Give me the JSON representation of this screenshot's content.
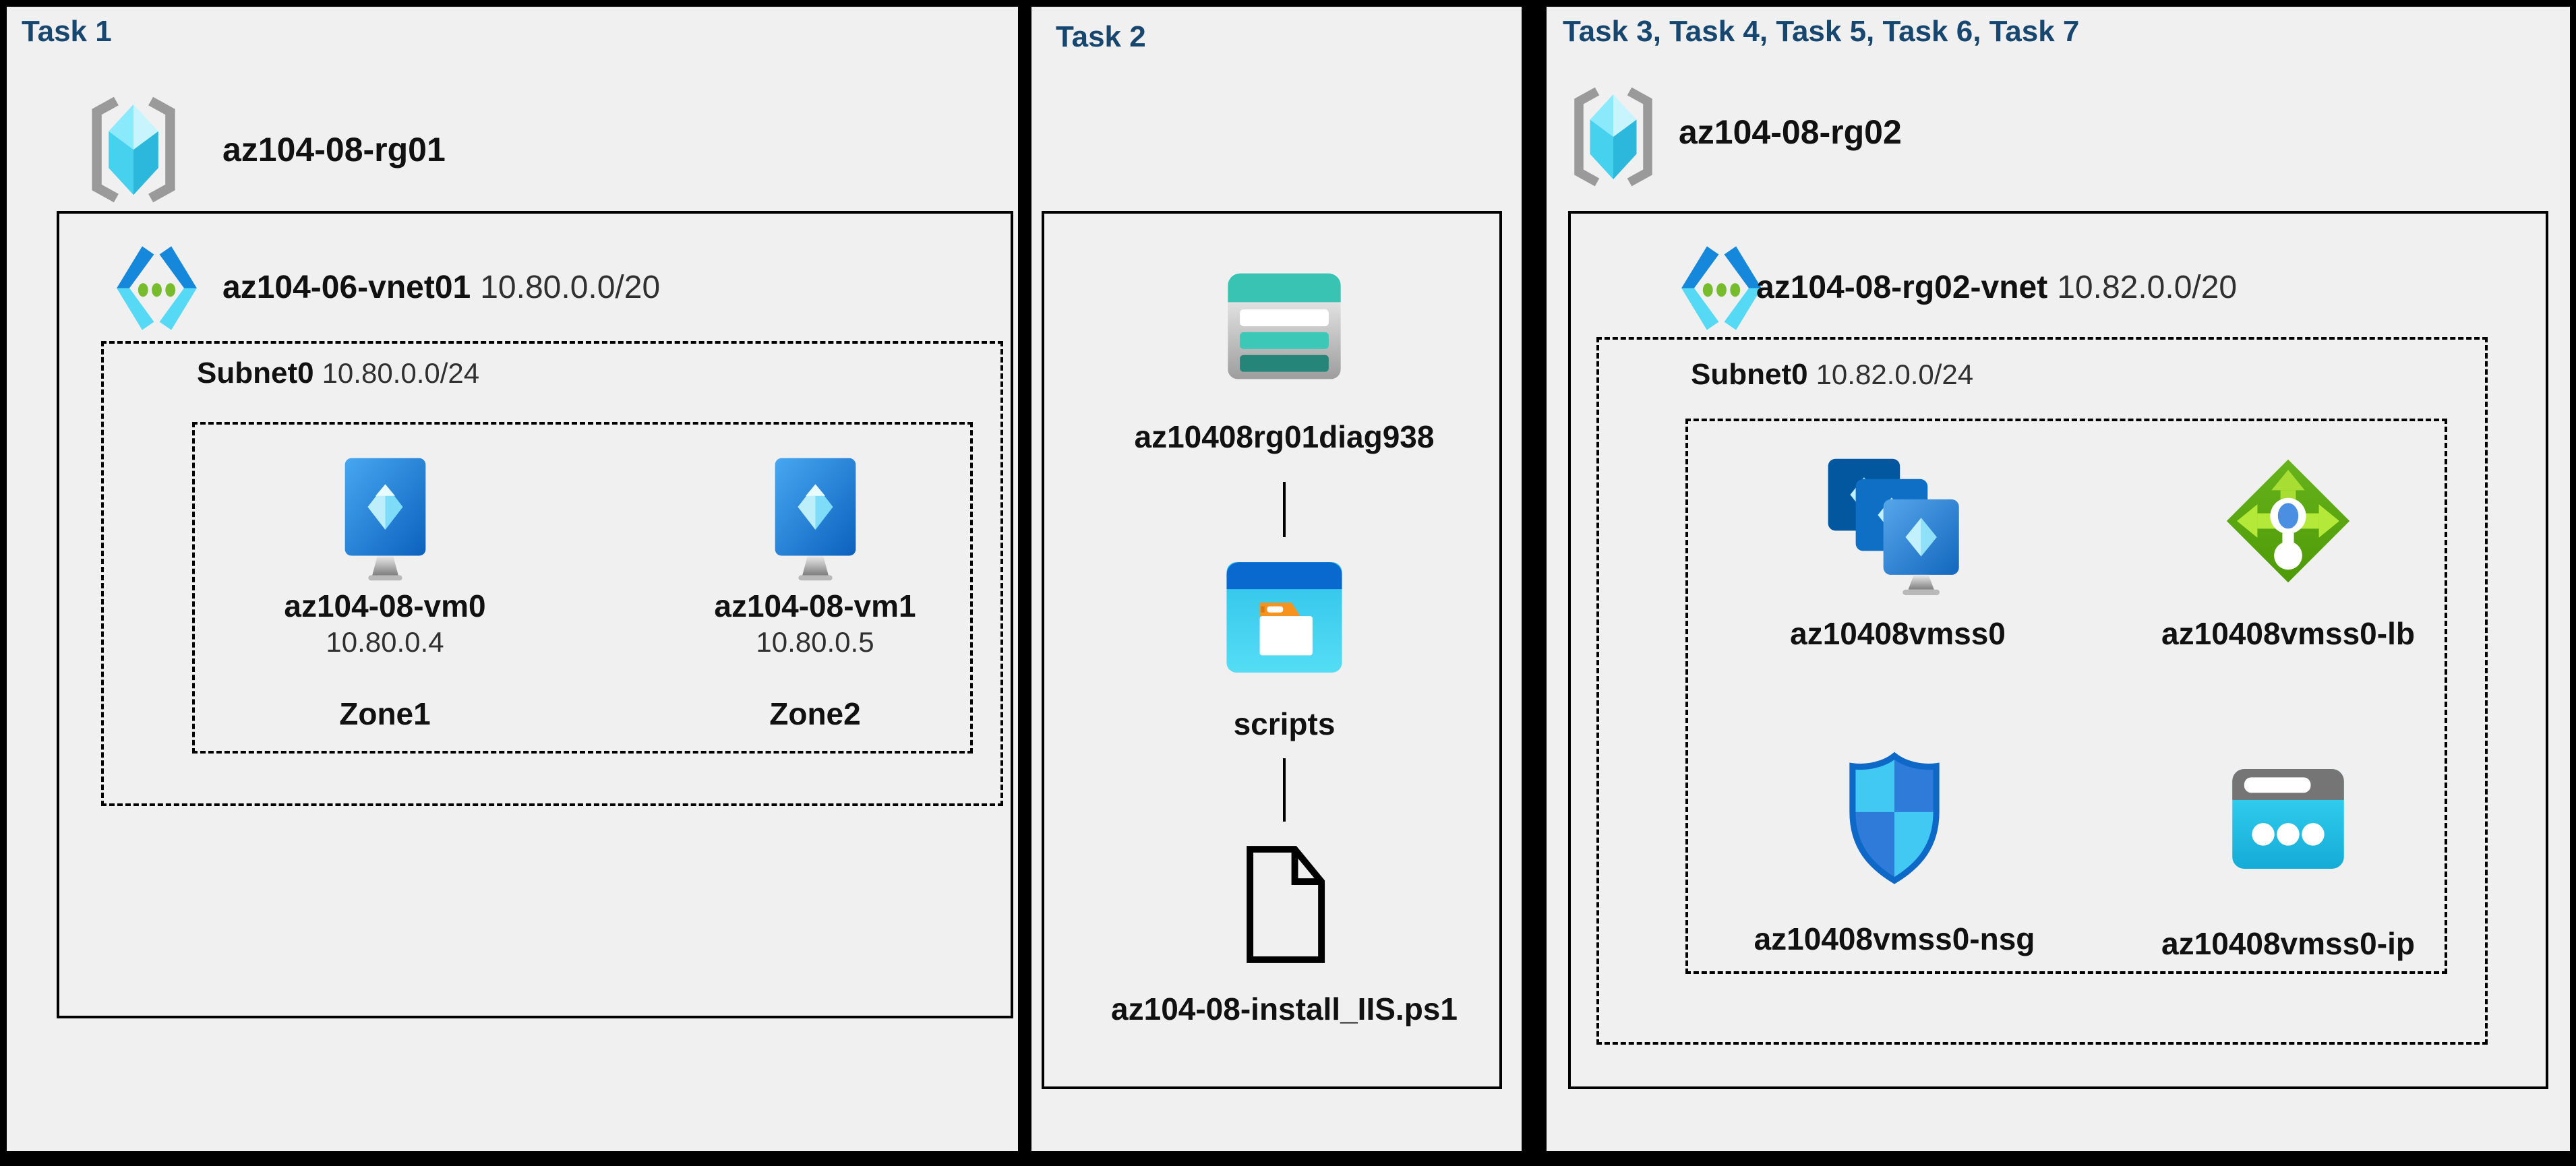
{
  "colors": {
    "title": "#17466F",
    "panel_bg": "#F0F0F1",
    "line": "#000000"
  },
  "icons": {
    "resource_group": "resource-group-icon: gray angle brackets with cyan cube",
    "virtual_network": "vnet-icon: blue chevrons with three green dots",
    "virtual_machine": "vm-icon: blue monitor with crystal and gray stand",
    "vm_scale_set": "vmss-icon: three stacked blue monitors",
    "load_balancer": "load-balancer-icon: green diamond with arrows",
    "network_security_group": "nsg-icon: blue quartered shield",
    "public_ip": "public-ip-icon: cyan window with three dots",
    "storage_account": "storage-account-icon: teal table rows",
    "blob_container": "container-icon: blue window with folder",
    "file": "file-icon: document outline with folded corner"
  },
  "panels": {
    "task1": {
      "title": "Task 1",
      "resource_group": "az104-08-rg01",
      "vnet_name": "az104-06-vnet01",
      "vnet_cidr": "10.80.0.0/20",
      "subnet_name": "Subnet0",
      "subnet_cidr": "10.80.0.0/24",
      "vms": [
        {
          "name": "az104-08-vm0",
          "ip": "10.80.0.4",
          "zone": "Zone1"
        },
        {
          "name": "az104-08-vm1",
          "ip": "10.80.0.5",
          "zone": "Zone2"
        }
      ]
    },
    "task2": {
      "title": "Task 2",
      "storage_account": "az10408rg01diag938",
      "container": "scripts",
      "file": "az104-08-install_IIS.ps1"
    },
    "task3": {
      "title": "Task 3, Task 4, Task 5, Task 6, Task 7",
      "resource_group": "az104-08-rg02",
      "vnet_name": "az104-08-rg02-vnet",
      "vnet_cidr": "10.82.0.0/20",
      "subnet_name": "Subnet0",
      "subnet_cidr": "10.82.0.0/24",
      "resources": [
        {
          "name": "az10408vmss0",
          "type": "vm-scale-set"
        },
        {
          "name": "az10408vmss0-lb",
          "type": "load-balancer"
        },
        {
          "name": "az10408vmss0-nsg",
          "type": "network-security-group"
        },
        {
          "name": "az10408vmss0-ip",
          "type": "public-ip"
        }
      ]
    }
  }
}
